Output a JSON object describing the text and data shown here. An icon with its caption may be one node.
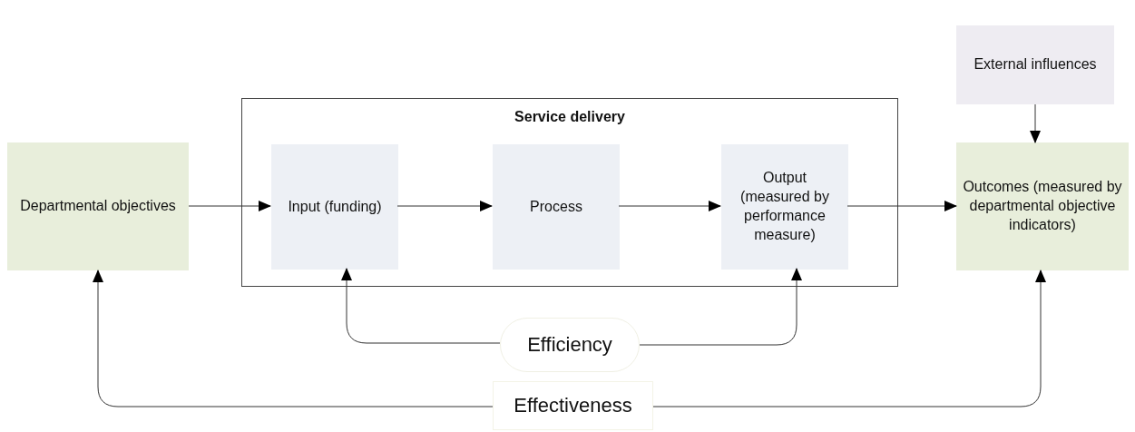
{
  "diagram": {
    "nodes": [
      {
        "text": [
          "Departmental objectives"
        ]
      },
      {
        "text": [
          "Service delivery"
        ]
      },
      {
        "text": [
          "Input (funding)"
        ],
        "in": 1
      },
      {
        "text": [
          "Process"
        ],
        "in": 1
      },
      {
        "text": [
          "Output (measured by performance measure)"
        ],
        "in": 1
      },
      {
        "text": [
          "External influences"
        ]
      },
      {
        "text": [
          "Outcomes (measured by departmental objective indicators)"
        ]
      },
      {
        "text": [
          "Efficiency"
        ]
      },
      {
        "text": [
          "Effectiveness"
        ]
      }
    ],
    "edges": [
      {
        "from": 0,
        "to": 2,
        "arrow": "to"
      },
      {
        "from": 2,
        "to": 3,
        "arrow": "to"
      },
      {
        "from": 3,
        "to": 4,
        "arrow": "to"
      },
      {
        "from": 4,
        "to": 6,
        "arrow": "to"
      },
      {
        "from": 5,
        "to": 6,
        "arrow": "to"
      },
      {
        "from": 7,
        "to": 2,
        "arrow": "to"
      },
      {
        "from": 7,
        "to": 4,
        "arrow": "to"
      },
      {
        "from": 8,
        "to": 0,
        "arrow": "to"
      },
      {
        "from": 8,
        "to": 6,
        "arrow": "to"
      }
    ]
  }
}
